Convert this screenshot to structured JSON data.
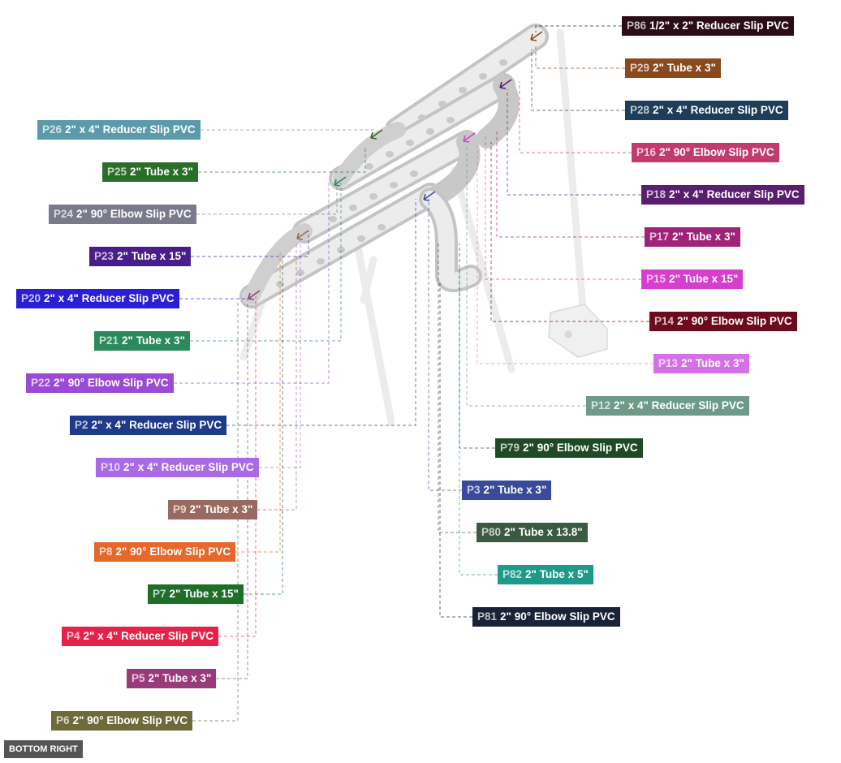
{
  "view_button": {
    "label": "BOTTOM RIGHT"
  },
  "labels": [
    {
      "id": "P86",
      "name": "1/2\" x 2\" Reducer Slip PVC",
      "color": "#2a0d16"
    },
    {
      "id": "P29",
      "name": "2\" Tube x 3\"",
      "color": "#8a4a1c"
    },
    {
      "id": "P28",
      "name": "2\" x 4\" Reducer Slip PVC",
      "color": "#1e3d5a"
    },
    {
      "id": "P16",
      "name": "2\" 90° Elbow Slip PVC",
      "color": "#c23b6e"
    },
    {
      "id": "P18",
      "name": "2\" x 4\" Reducer Slip PVC",
      "color": "#5a1e6e"
    },
    {
      "id": "P17",
      "name": "2\" Tube x 3\"",
      "color": "#a0237a"
    },
    {
      "id": "P15",
      "name": "2\" Tube x 15\"",
      "color": "#d63fce"
    },
    {
      "id": "P14",
      "name": "2\" 90° Elbow Slip PVC",
      "color": "#6e0a1e"
    },
    {
      "id": "P13",
      "name": "2\" Tube x 3\"",
      "color": "#d670e6"
    },
    {
      "id": "P12",
      "name": "2\" x 4\" Reducer Slip PVC",
      "color": "#6e9a8a"
    },
    {
      "id": "P79",
      "name": "2\" 90° Elbow Slip PVC",
      "color": "#1e4a26"
    },
    {
      "id": "P3",
      "name": "2\" Tube x 3\"",
      "color": "#3a4a9a"
    },
    {
      "id": "P80",
      "name": "2\" Tube x 13.8\"",
      "color": "#3a5a42"
    },
    {
      "id": "P82",
      "name": "2\" Tube x 5\"",
      "color": "#1e9a8a"
    },
    {
      "id": "P81",
      "name": "2\" 90° Elbow Slip PVC",
      "color": "#1a2236"
    },
    {
      "id": "P26",
      "name": "2\" x 4\" Reducer Slip PVC",
      "color": "#5a9aaa"
    },
    {
      "id": "P25",
      "name": "2\" Tube x 3\"",
      "color": "#2a6e2a"
    },
    {
      "id": "P24",
      "name": "2\" 90° Elbow Slip PVC",
      "color": "#7a7a8a"
    },
    {
      "id": "P23",
      "name": "2\" Tube x 15\"",
      "color": "#4a1e8a"
    },
    {
      "id": "P20",
      "name": "2\" x 4\" Reducer Slip PVC",
      "color": "#2a1ed6"
    },
    {
      "id": "P21",
      "name": "2\" Tube x 3\"",
      "color": "#2a8a5a"
    },
    {
      "id": "P22",
      "name": "2\" 90° Elbow Slip PVC",
      "color": "#9a4ad6"
    },
    {
      "id": "P2",
      "name": "2\" x 4\" Reducer Slip PVC",
      "color": "#1e3a8a"
    },
    {
      "id": "P10",
      "name": "2\" x 4\" Reducer Slip PVC",
      "color": "#a86ae6"
    },
    {
      "id": "P9",
      "name": "2\" Tube x 3\"",
      "color": "#9a6a62"
    },
    {
      "id": "P8",
      "name": "2\" 90° Elbow Slip PVC",
      "color": "#e6682a"
    },
    {
      "id": "P7",
      "name": "2\" Tube x 15\"",
      "color": "#1e6e2a"
    },
    {
      "id": "P4",
      "name": "2\" x 4\" Reducer Slip PVC",
      "color": "#e6224a"
    },
    {
      "id": "P5",
      "name": "2\" Tube x 3\"",
      "color": "#9a3a7a"
    },
    {
      "id": "P6",
      "name": "2\" 90° Elbow Slip PVC",
      "color": "#6e6a3a"
    }
  ]
}
